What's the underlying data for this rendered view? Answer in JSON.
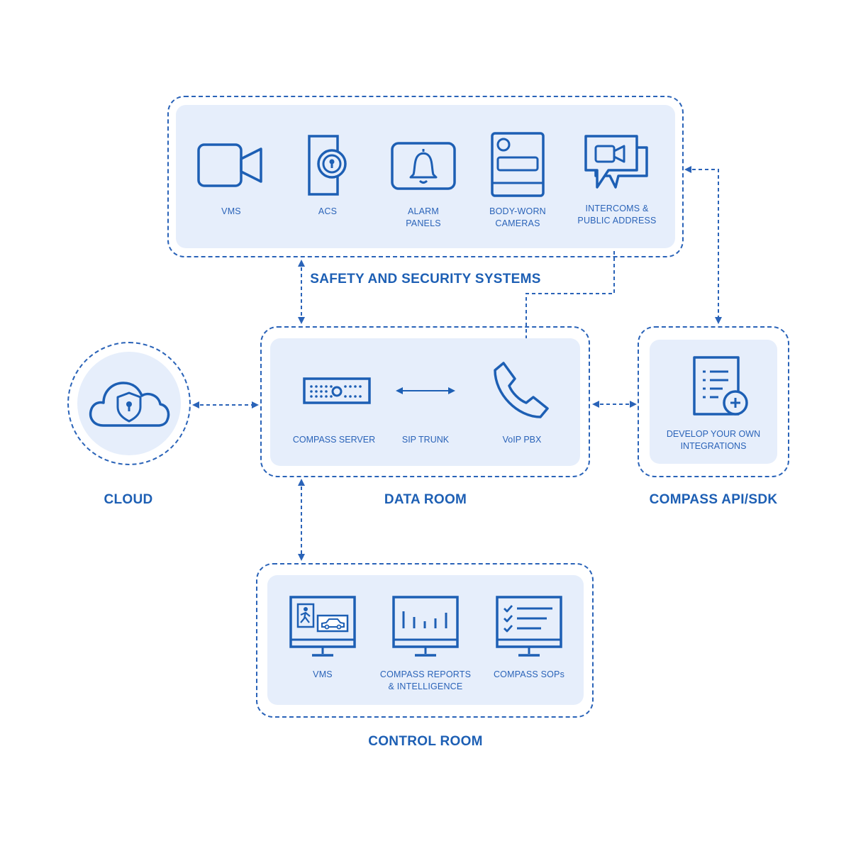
{
  "colors": {
    "primary": "#1d5fb4",
    "line": "#2a63b8",
    "panel_fill": "#e6eefb",
    "background": "#ffffff"
  },
  "safety": {
    "title": "SAFETY AND SECURITY SYSTEMS",
    "items": [
      {
        "icon": "video-camera-icon",
        "line1": "VMS",
        "line2": ""
      },
      {
        "icon": "door-lock-icon",
        "line1": "ACS",
        "line2": ""
      },
      {
        "icon": "bell-icon",
        "line1": "ALARM",
        "line2": "PANELS"
      },
      {
        "icon": "body-camera-icon",
        "line1": "BODY-WORN",
        "line2": "CAMERAS"
      },
      {
        "icon": "video-chat-icon",
        "line1": "INTERCOMS &",
        "line2": "PUBLIC ADDRESS"
      }
    ]
  },
  "cloud": {
    "title": "CLOUD",
    "icon": "cloud-lock-icon"
  },
  "data_room": {
    "title": "DATA ROOM",
    "items": [
      {
        "icon": "server-icon",
        "label": "COMPASS SERVER"
      },
      {
        "icon": "double-arrow-icon",
        "label": "SIP TRUNK"
      },
      {
        "icon": "phone-icon",
        "label": "VoIP PBX"
      }
    ]
  },
  "api": {
    "title": "COMPASS API/SDK",
    "icon": "document-plus-icon",
    "line1": "DEVELOP YOUR OWN",
    "line2": "INTEGRATIONS"
  },
  "control_room": {
    "title": "CONTROL ROOM",
    "items": [
      {
        "icon": "monitor-vms-icon",
        "line1": "VMS",
        "line2": ""
      },
      {
        "icon": "monitor-chart-icon",
        "line1": "COMPASS REPORTS",
        "line2": "& INTELLIGENCE"
      },
      {
        "icon": "monitor-checklist-icon",
        "line1": "COMPASS SOPs",
        "line2": ""
      }
    ]
  }
}
